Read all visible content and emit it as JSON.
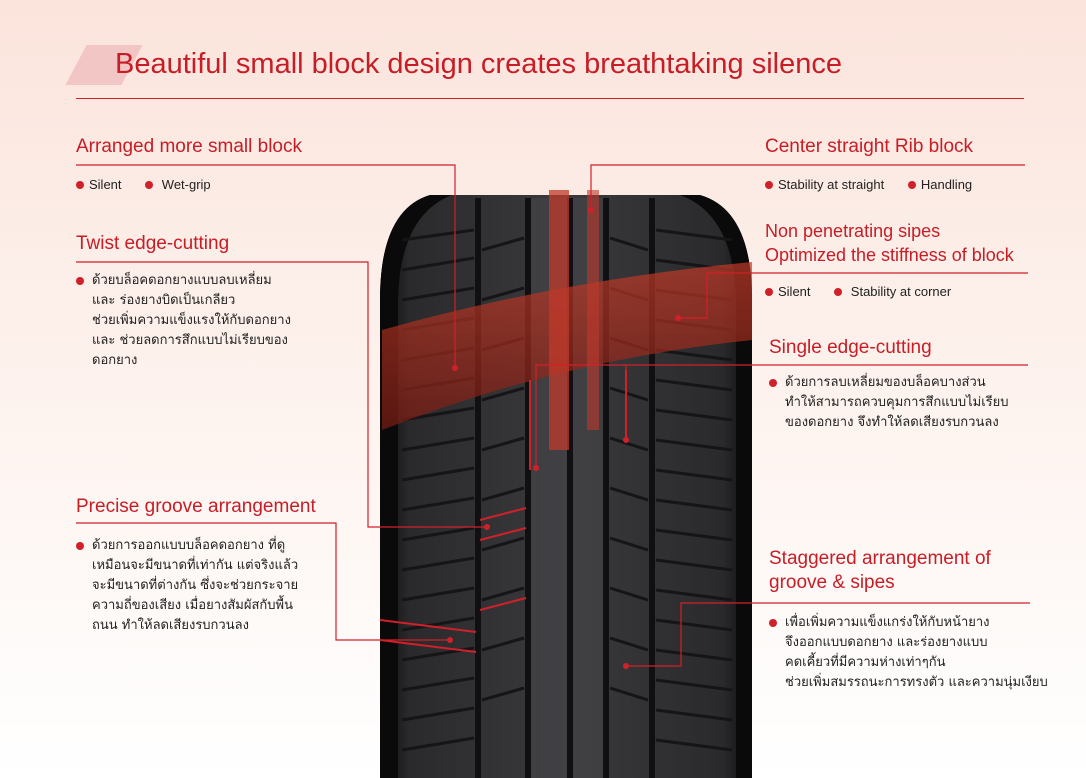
{
  "title": "Beautiful small block design creates breathtaking silence",
  "features": {
    "arranged": {
      "heading": "Arranged more small block",
      "tags": [
        "Silent",
        "Wet-grip"
      ]
    },
    "twist": {
      "heading": "Twist edge-cutting",
      "lines": [
        "ด้วยบล็อคดอกยางแบบลบเหลี่ยม",
        "และ ร่องยางบิดเป็นเกลียว",
        "ช่วยเพิ่มความแข็งแรงให้กับดอกยาง",
        "และ ช่วยลดการสึกแบบไม่เรียบของ",
        "ดอกยาง"
      ]
    },
    "precise": {
      "heading": "Precise groove arrangement",
      "lines": [
        "ด้วยการออกแบบบล็อคดอกยาง ที่ดู",
        "เหมือนจะมีขนาดที่เท่ากัน แต่จริงแล้ว",
        "จะมีขนาดที่ต่างกัน ซึ่งจะช่วยกระจาย",
        "ความถี่ของเสียง เมื่อยางสัมผัสกับพื้น",
        "ถนน ทำให้ลดเสียงรบกวนลง"
      ]
    },
    "center": {
      "heading": "Center straight Rib block",
      "tags": [
        "Stability at straight",
        "Handling"
      ]
    },
    "sipes": {
      "heading_line1": "Non penetrating sipes",
      "heading_line2": "Optimized the stiffness of block",
      "tags": [
        "Silent",
        "Stability at corner"
      ]
    },
    "single": {
      "heading": "Single edge-cutting",
      "lines": [
        "ด้วยการลบเหลี่ยมของบล็อคบางส่วน",
        "ทำให้สามารถควบคุมการสึกแบบไม่เรียบ",
        "ของดอกยาง จึงทำให้ลดเสียงรบกวนลง"
      ]
    },
    "staggered": {
      "heading_line1": "Staggered arrangement of",
      "heading_line2": "groove & sipes",
      "lines": [
        "เพื่อเพิ่มความแข็งแกร่งให้กับหน้ายาง",
        "จึงออกแบบดอกยาง และร่องยางแบบ",
        "คดเคี้ยวที่มีความห่างเท่าๆกัน",
        "ช่วยเพิ่มสมรรถนะการทรงตัว และความนุ่มเงียบ"
      ]
    }
  },
  "colors": {
    "accent": "#d0202a",
    "tire": "#1d1d1f"
  }
}
